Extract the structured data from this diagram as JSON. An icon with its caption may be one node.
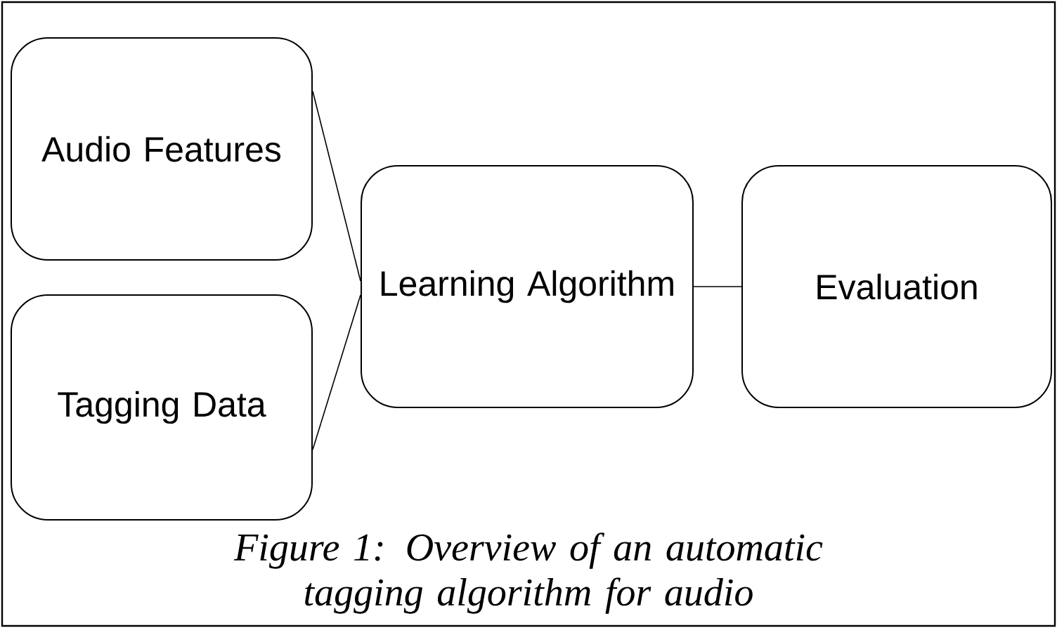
{
  "diagram": {
    "caption": "Figure 1: Overview of an automatic tagging algorithm for audio",
    "nodes": [
      {
        "text": [
          "Audio Features"
        ]
      },
      {
        "text": [
          "Tagging Data"
        ]
      },
      {
        "text": [
          "Learning Algorithm"
        ]
      },
      {
        "text": [
          "Evaluation"
        ]
      }
    ],
    "edges": [
      {
        "from": 0,
        "to": 2,
        "arrow": "none"
      },
      {
        "from": 1,
        "to": 2,
        "arrow": "none"
      },
      {
        "from": 2,
        "to": 3,
        "arrow": "none"
      }
    ]
  }
}
